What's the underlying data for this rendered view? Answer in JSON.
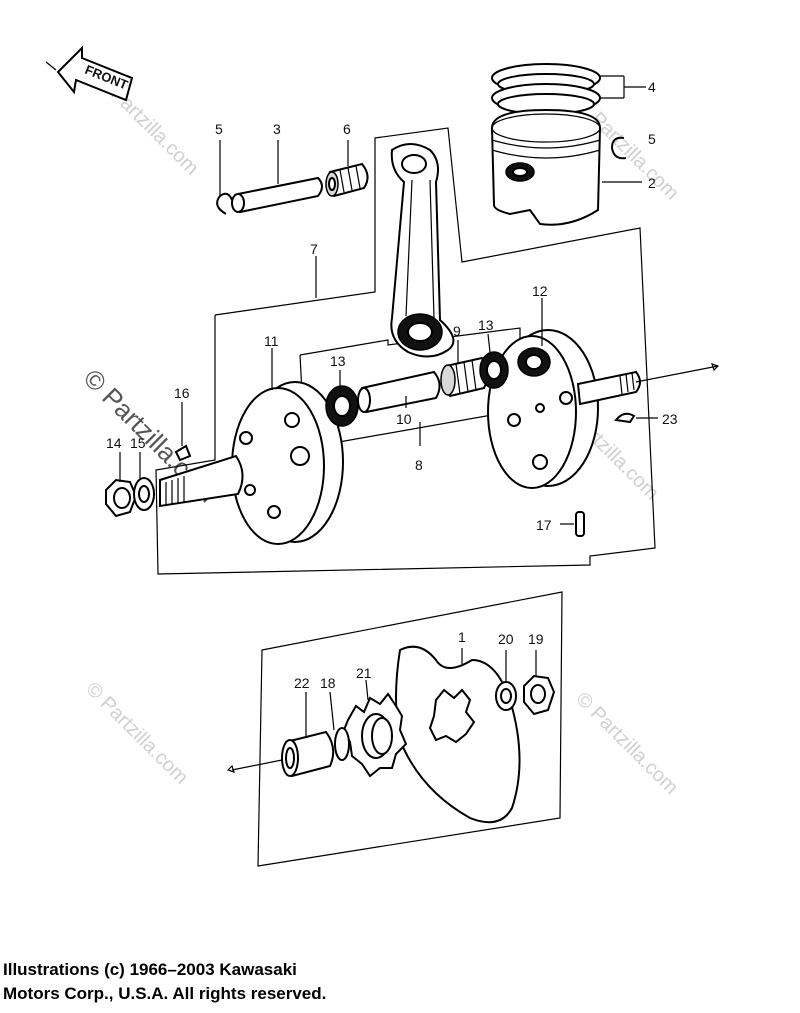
{
  "diagram": {
    "front_label": "FRONT",
    "part_labels": [
      {
        "id": "label-1",
        "text": "1"
      },
      {
        "id": "label-2",
        "text": "2"
      },
      {
        "id": "label-3",
        "text": "3"
      },
      {
        "id": "label-4",
        "text": "4"
      },
      {
        "id": "label-5-left",
        "text": "5"
      },
      {
        "id": "label-5-right",
        "text": "5"
      },
      {
        "id": "label-6",
        "text": "6"
      },
      {
        "id": "label-7",
        "text": "7"
      },
      {
        "id": "label-8",
        "text": "8"
      },
      {
        "id": "label-9",
        "text": "9"
      },
      {
        "id": "label-10",
        "text": "10"
      },
      {
        "id": "label-11",
        "text": "11"
      },
      {
        "id": "label-12",
        "text": "12"
      },
      {
        "id": "label-13-left",
        "text": "13"
      },
      {
        "id": "label-13-right",
        "text": "13"
      },
      {
        "id": "label-14",
        "text": "14"
      },
      {
        "id": "label-15",
        "text": "15"
      },
      {
        "id": "label-16",
        "text": "16"
      },
      {
        "id": "label-17",
        "text": "17"
      },
      {
        "id": "label-18",
        "text": "18"
      },
      {
        "id": "label-19",
        "text": "19"
      },
      {
        "id": "label-20",
        "text": "20"
      },
      {
        "id": "label-21",
        "text": "21"
      },
      {
        "id": "label-22",
        "text": "22"
      },
      {
        "id": "label-23",
        "text": "23"
      }
    ],
    "watermark": "© Partzilla.com",
    "watermark_small": "Partzilla.com"
  },
  "copyright": {
    "line1": "Illustrations (c) 1966–2003 Kawasaki",
    "line2": "Motors Corp., U.S.A.  All rights reserved."
  }
}
